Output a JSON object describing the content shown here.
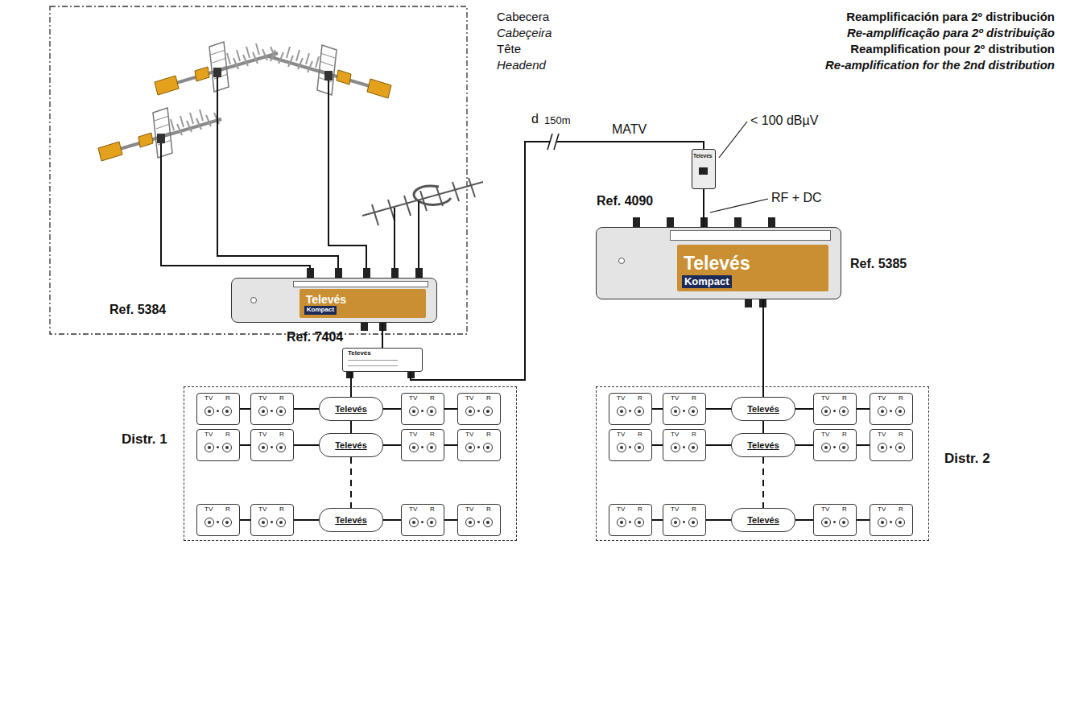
{
  "diagram": {
    "nodes": [
      {
        "text": [
          "Ref. 5384",
          "Televés",
          "Kompact"
        ]
      },
      {
        "text": [
          "Ref. 4090",
          "Televés"
        ]
      },
      {
        "text": [
          "Ref. 5385",
          "Televés",
          "Kompact"
        ]
      },
      {
        "text": [
          "Ref. 7404",
          "Televés"
        ]
      },
      {
        "text": [
          "Distr. 1"
        ]
      },
      {
        "text": [
          "TV",
          "R"
        ],
        "in": 4
      },
      {
        "text": [
          "TV",
          "R"
        ],
        "in": 4
      },
      {
        "text": [
          "Televés"
        ],
        "in": 4
      },
      {
        "text": [
          "TV",
          "R"
        ],
        "in": 4
      },
      {
        "text": [
          "TV",
          "R"
        ],
        "in": 4
      },
      {
        "text": [
          "TV",
          "R"
        ],
        "in": 4
      },
      {
        "text": [
          "TV",
          "R"
        ],
        "in": 4
      },
      {
        "text": [
          "Televés"
        ],
        "in": 4
      },
      {
        "text": [
          "TV",
          "R"
        ],
        "in": 4
      },
      {
        "text": [
          "TV",
          "R"
        ],
        "in": 4
      },
      {
        "text": [
          "TV",
          "R"
        ],
        "in": 4
      },
      {
        "text": [
          "TV",
          "R"
        ],
        "in": 4
      },
      {
        "text": [
          "Televés"
        ],
        "in": 4
      },
      {
        "text": [
          "TV",
          "R"
        ],
        "in": 4
      },
      {
        "text": [
          "TV",
          "R"
        ],
        "in": 4
      },
      {
        "text": [
          "Distr. 2"
        ]
      },
      {
        "text": [
          "TV",
          "R"
        ],
        "in": 20
      },
      {
        "text": [
          "TV",
          "R"
        ],
        "in": 20
      },
      {
        "text": [
          "Televés"
        ],
        "in": 20
      },
      {
        "text": [
          "TV",
          "R"
        ],
        "in": 20
      },
      {
        "text": [
          "TV",
          "R"
        ],
        "in": 20
      },
      {
        "text": [
          "TV",
          "R"
        ],
        "in": 20
      },
      {
        "text": [
          "TV",
          "R"
        ],
        "in": 20
      },
      {
        "text": [
          "Televés"
        ],
        "in": 20
      },
      {
        "text": [
          "TV",
          "R"
        ],
        "in": 20
      },
      {
        "text": [
          "TV",
          "R"
        ],
        "in": 20
      },
      {
        "text": [
          "TV",
          "R"
        ],
        "in": 20
      },
      {
        "text": [
          "TV",
          "R"
        ],
        "in": 20
      },
      {
        "text": [
          "Televés"
        ],
        "in": 20
      },
      {
        "text": [
          "TV",
          "R"
        ],
        "in": 20
      },
      {
        "text": [
          "TV",
          "R"
        ],
        "in": 20
      }
    ],
    "edges": [
      {
        "from": 0,
        "to": 3,
        "arrow": "none"
      },
      {
        "from": 3,
        "to": 7,
        "arrow": "none"
      },
      {
        "from": 3,
        "to": 1,
        "label": "MATV",
        "arrow": "none"
      },
      {
        "from": 1,
        "to": 2,
        "arrow": "none"
      },
      {
        "from": 2,
        "to": 23,
        "arrow": "none"
      },
      {
        "from": 5,
        "to": 6,
        "arrow": "none"
      },
      {
        "from": 6,
        "to": 7,
        "arrow": "none"
      },
      {
        "from": 7,
        "to": 8,
        "arrow": "none"
      },
      {
        "from": 8,
        "to": 9,
        "arrow": "none"
      },
      {
        "from": 10,
        "to": 11,
        "arrow": "none"
      },
      {
        "from": 11,
        "to": 12,
        "arrow": "none"
      },
      {
        "from": 12,
        "to": 13,
        "arrow": "none"
      },
      {
        "from": 13,
        "to": 14,
        "arrow": "none"
      },
      {
        "from": 15,
        "to": 16,
        "arrow": "none"
      },
      {
        "from": 16,
        "to": 17,
        "arrow": "none"
      },
      {
        "from": 17,
        "to": 18,
        "arrow": "none"
      },
      {
        "from": 18,
        "to": 19,
        "arrow": "none"
      },
      {
        "from": 7,
        "to": 12,
        "arrow": "none"
      },
      {
        "from": 12,
        "to": 17,
        "arrow": "none"
      },
      {
        "from": 21,
        "to": 22,
        "arrow": "none"
      },
      {
        "from": 22,
        "to": 23,
        "arrow": "none"
      },
      {
        "from": 23,
        "to": 24,
        "arrow": "none"
      },
      {
        "from": 24,
        "to": 25,
        "arrow": "none"
      },
      {
        "from": 26,
        "to": 27,
        "arrow": "none"
      },
      {
        "from": 27,
        "to": 28,
        "arrow": "none"
      },
      {
        "from": 28,
        "to": 29,
        "arrow": "none"
      },
      {
        "from": 29,
        "to": 30,
        "arrow": "none"
      },
      {
        "from": 31,
        "to": 32,
        "arrow": "none"
      },
      {
        "from": 32,
        "to": 33,
        "arrow": "none"
      },
      {
        "from": 33,
        "to": 34,
        "arrow": "none"
      },
      {
        "from": 34,
        "to": 35,
        "arrow": "none"
      },
      {
        "from": 23,
        "to": 28,
        "arrow": "none"
      },
      {
        "from": 28,
        "to": 33,
        "arrow": "none"
      }
    ],
    "labels": [
      "Cabecera",
      "Cabeçeira",
      "Tête",
      "Headend",
      "Reamplificación para 2º distribución",
      "Re-amplificação para 2º distribuição",
      "Reamplification pour 2º distribution",
      "Re-amplification for the 2nd distribution",
      "d",
      "150m",
      "< 100 dBµV",
      "RF + DC"
    ]
  }
}
